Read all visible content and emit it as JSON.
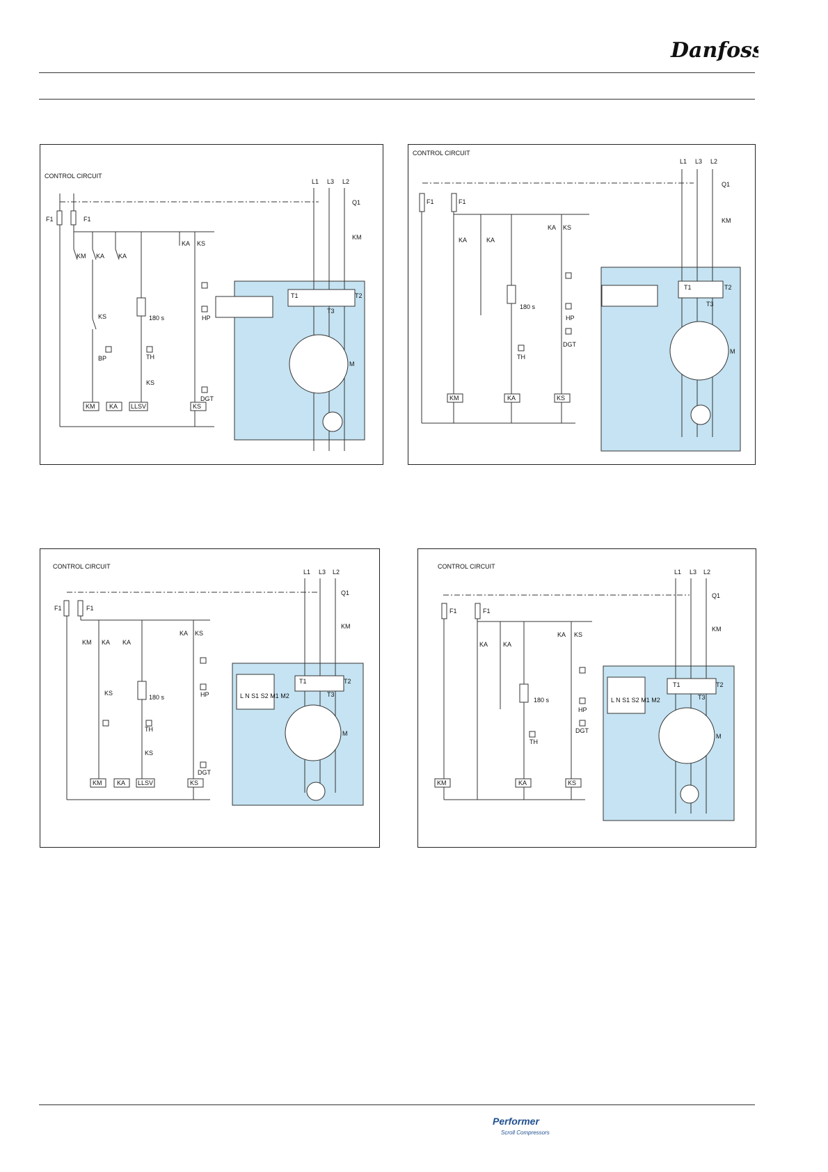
{
  "brand": {
    "logo_text": "Danfoss",
    "product_text": "Performer",
    "product_sub": "Scroll Compressors"
  },
  "diagrams": [
    {
      "title": "CONTROL CIRCUIT",
      "fuses": [
        "F1",
        "F1"
      ],
      "phases": [
        "L1",
        "L3",
        "L2"
      ],
      "breaker": "Q1",
      "contactor": "KM",
      "contacts_left": [
        "KM",
        "KA",
        "KA"
      ],
      "contacts_right": [
        "KA",
        "KS"
      ],
      "mid_contacts": [
        "KS",
        "BP",
        "TH",
        "KS"
      ],
      "timer": "180 s",
      "pressure": "HP",
      "discharge": "DGT",
      "coils": [
        "KM",
        "KA",
        "LLSV",
        "KS"
      ],
      "terminals": [
        "T1",
        "T2",
        "T3"
      ],
      "motor": "M"
    },
    {
      "title": "CONTROL CIRCUIT",
      "fuses": [
        "F1",
        "F1"
      ],
      "phases": [
        "L1",
        "L3",
        "L2"
      ],
      "breaker": "Q1",
      "contactor": "KM",
      "contacts_left": [
        "KA",
        "KA"
      ],
      "contacts_right": [
        "KA",
        "KS"
      ],
      "mid_contacts": [
        "TH"
      ],
      "timer": "180 s",
      "pressure": "HP",
      "discharge": "DGT",
      "coils": [
        "KM",
        "KA",
        "KS"
      ],
      "terminals": [
        "T1",
        "T2",
        "T3"
      ],
      "motor": "M"
    },
    {
      "title": "CONTROL CIRCUIT",
      "fuses": [
        "F1",
        "F1"
      ],
      "phases": [
        "L1",
        "L3",
        "L2"
      ],
      "breaker": "Q1",
      "contactor": "KM",
      "contacts_left": [
        "KM",
        "KA",
        "KA"
      ],
      "contacts_right": [
        "KA",
        "KS"
      ],
      "mid_contacts": [
        "KS",
        "TH",
        "KS"
      ],
      "timer": "180 s",
      "pressure": "HP",
      "discharge": "DGT",
      "coils": [
        "KM",
        "KA",
        "LLSV",
        "KS"
      ],
      "terminals": [
        "T1",
        "T2",
        "T3"
      ],
      "module_pins": "L N S1 S2 M1 M2",
      "motor": "M"
    },
    {
      "title": "CONTROL CIRCUIT",
      "fuses": [
        "F1",
        "F1"
      ],
      "phases": [
        "L1",
        "L3",
        "L2"
      ],
      "breaker": "Q1",
      "contactor": "KM",
      "contacts_left": [
        "KA",
        "KA"
      ],
      "contacts_right": [
        "KA",
        "KS"
      ],
      "mid_contacts": [
        "TH"
      ],
      "timer": "180 s",
      "pressure": "HP",
      "discharge": "DGT",
      "coils": [
        "KM",
        "KA",
        "KS"
      ],
      "terminals": [
        "T1",
        "T2",
        "T3"
      ],
      "module_pins": "L N S1 S2 M1 M2",
      "motor": "M"
    }
  ]
}
